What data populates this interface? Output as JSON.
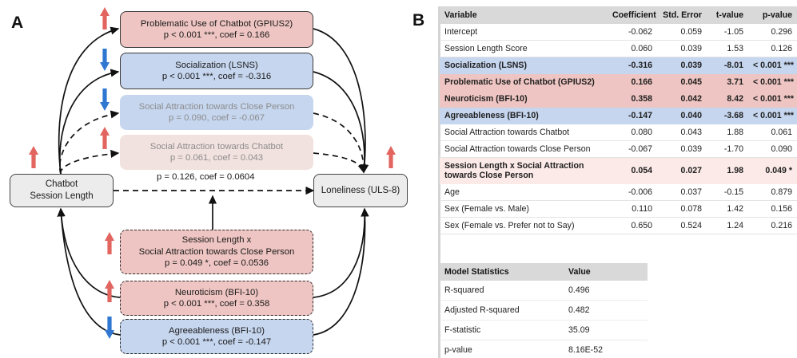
{
  "panels": {
    "a_label": "A",
    "b_label": "B"
  },
  "diagram": {
    "predictor": {
      "line1": "Chatbot",
      "line2": "Session Length"
    },
    "outcome": {
      "line1": "Loneliness (ULS-8)"
    },
    "direct_effect_label": "p = 0.126, coef = 0.0604",
    "mediators": [
      {
        "id": "gpius2",
        "title": "Problematic Use of Chatbot (GPIUS2)",
        "stats": "p < 0.001 ***, coef = 0.166",
        "style": "red",
        "arrow": "up",
        "arrow_color": "#e2655f",
        "significant": true
      },
      {
        "id": "lsns",
        "title": "Socialization (LSNS)",
        "stats": "p < 0.001 ***, coef = -0.316",
        "style": "blue",
        "arrow": "down",
        "arrow_color": "#2f77d0",
        "significant": true
      },
      {
        "id": "sa-close",
        "title": "Social Attraction towards Close Person",
        "stats": "p = 0.090, coef = -0.067",
        "style": "blue-faded",
        "arrow": "down",
        "arrow_color": "#2f77d0",
        "significant": false
      },
      {
        "id": "sa-chatbot",
        "title": "Social Attraction towards Chatbot",
        "stats": "p = 0.061, coef = 0.043",
        "style": "red-faded",
        "arrow": "up",
        "arrow_color": "#e2655f",
        "significant": false
      }
    ],
    "moderators": [
      {
        "id": "interaction",
        "title_line1": "Session Length x",
        "title_line2": "Social Attraction towards Close Person",
        "stats": "p = 0.049 *, coef = 0.0536",
        "style": "red",
        "arrow": "up",
        "arrow_color": "#e2655f"
      },
      {
        "id": "neuroticism",
        "title_line1": "Neuroticism (BFI-10)",
        "title_line2": "",
        "stats": "p < 0.001 ***, coef = 0.358",
        "style": "red",
        "arrow": "up",
        "arrow_color": "#e2655f"
      },
      {
        "id": "agreeableness",
        "title_line1": "Agreeableness (BFI-10)",
        "title_line2": "",
        "stats": "p < 0.001 ***, coef = -0.147",
        "style": "blue",
        "arrow": "down",
        "arrow_color": "#2f77d0"
      }
    ],
    "standalone_arrows": [
      {
        "id": "predictor-arrow",
        "direction": "up",
        "color": "#e2655f"
      },
      {
        "id": "outcome-arrow",
        "direction": "up",
        "color": "#e2655f"
      }
    ]
  },
  "table": {
    "columns": [
      "Variable",
      "Coefficient",
      "Std. Error",
      "t-value",
      "p-value"
    ],
    "rows": [
      {
        "variable": "Intercept",
        "coefficient": "-0.062",
        "std_error": "0.059",
        "t_value": "-1.05",
        "p_value": "0.296",
        "highlight": "none"
      },
      {
        "variable": "Session Length Score",
        "coefficient": "0.060",
        "std_error": "0.039",
        "t_value": "1.53",
        "p_value": "0.126",
        "highlight": "none"
      },
      {
        "variable": "Socialization (LSNS)",
        "coefficient": "-0.316",
        "std_error": "0.039",
        "t_value": "-8.01",
        "p_value": "< 0.001 ***",
        "highlight": "blue"
      },
      {
        "variable": "Problematic Use of Chatbot (GPIUS2)",
        "coefficient": "0.166",
        "std_error": "0.045",
        "t_value": "3.71",
        "p_value": "< 0.001 ***",
        "highlight": "red"
      },
      {
        "variable": "Neuroticism (BFI-10)",
        "coefficient": "0.358",
        "std_error": "0.042",
        "t_value": "8.42",
        "p_value": "< 0.001 ***",
        "highlight": "red"
      },
      {
        "variable": "Agreeableness (BFI-10)",
        "coefficient": "-0.147",
        "std_error": "0.040",
        "t_value": "-3.68",
        "p_value": "< 0.001 ***",
        "highlight": "blue"
      },
      {
        "variable": "Social Attraction towards Chatbot",
        "coefficient": "0.080",
        "std_error": "0.043",
        "t_value": "1.88",
        "p_value": "0.061",
        "highlight": "none"
      },
      {
        "variable": "Social Attraction towards Close Person",
        "coefficient": "-0.067",
        "std_error": "0.039",
        "t_value": "-1.70",
        "p_value": "0.090",
        "highlight": "none"
      },
      {
        "variable": "Session Length x Social Attraction towards Close Person",
        "coefficient": "0.054",
        "std_error": "0.027",
        "t_value": "1.98",
        "p_value": "0.049 *",
        "highlight": "lightred"
      },
      {
        "variable": "Age",
        "coefficient": "-0.006",
        "std_error": "0.037",
        "t_value": "-0.15",
        "p_value": "0.879",
        "highlight": "none"
      },
      {
        "variable": "Sex (Female vs. Male)",
        "coefficient": "0.110",
        "std_error": "0.078",
        "t_value": "1.42",
        "p_value": "0.156",
        "highlight": "none"
      },
      {
        "variable": "Sex (Female vs. Prefer not to Say)",
        "coefficient": "0.650",
        "std_error": "0.524",
        "t_value": "1.24",
        "p_value": "0.216",
        "highlight": "none"
      }
    ]
  },
  "model_statistics": {
    "columns": [
      "Model Statistics",
      "Value"
    ],
    "rows": [
      {
        "name": "R-squared",
        "value": "0.496"
      },
      {
        "name": "Adjusted R-squared",
        "value": "0.482"
      },
      {
        "name": "F-statistic",
        "value": "35.09"
      },
      {
        "name": "p-value",
        "value": "8.16E-52"
      }
    ]
  },
  "colors": {
    "red_fill": "#eec5c2",
    "blue_fill": "#c6d6ef",
    "light_red_fill": "#fbeae8",
    "faded_red_fill": "#f2e2df",
    "header_grey": "#d9d9d9",
    "node_grey": "#ececec",
    "arrow_red": "#e2655f",
    "arrow_blue": "#2f77d0"
  }
}
